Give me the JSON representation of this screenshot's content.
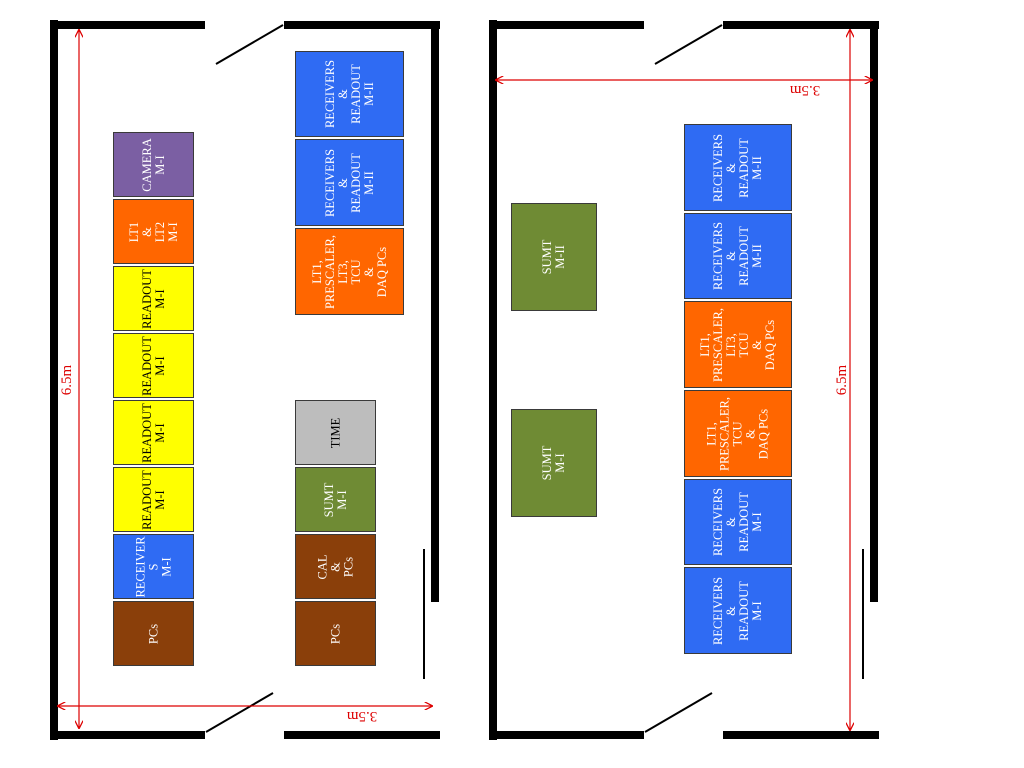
{
  "rooms": [
    {
      "dimensions": {
        "width_label": "3.5m",
        "height_label": "6.5m"
      },
      "racks": [
        {
          "label": "CAMERA\nM-I",
          "color": "purple"
        },
        {
          "label": "LT1\n&\nLT2\nM-I",
          "color": "orange"
        },
        {
          "label": "READOUT\nM-I",
          "color": "yellow"
        },
        {
          "label": "READOUT\nM-I",
          "color": "yellow"
        },
        {
          "label": "READOUT\nM-I",
          "color": "yellow"
        },
        {
          "label": "READOUT\nM-I",
          "color": "yellow"
        },
        {
          "label": "RECEIVER\nS\nM-I",
          "color": "blue"
        },
        {
          "label": "PCs",
          "color": "brown"
        },
        {
          "label": "RECEIVERS\n&\nREADOUT\nM-II",
          "color": "blue"
        },
        {
          "label": "RECEIVERS\n&\nREADOUT\nM-II",
          "color": "blue"
        },
        {
          "label": "LT1,\nPRESCALER,\nLT3,\nTCU\n&\nDAQ PCs",
          "color": "orange"
        },
        {
          "label": "TIME",
          "color": "gray"
        },
        {
          "label": "SUMT\nM-I",
          "color": "green"
        },
        {
          "label": "CAL\n&\nPCs",
          "color": "brown"
        },
        {
          "label": "PCs",
          "color": "brown"
        }
      ]
    },
    {
      "dimensions": {
        "width_label": "3.5m",
        "height_label": "6.5m"
      },
      "racks": [
        {
          "label": "SUMT\nM-II",
          "color": "green"
        },
        {
          "label": "SUMT\nM-I",
          "color": "green"
        },
        {
          "label": "RECEIVERS\n&\nREADOUT\nM-II",
          "color": "blue"
        },
        {
          "label": "RECEIVERS\n&\nREADOUT\nM-II",
          "color": "blue"
        },
        {
          "label": "LT1,\nPRESCALER,\nLT3,\nTCU\n&\nDAQ PCs",
          "color": "orange"
        },
        {
          "label": "LT1,\nPRESCALER,\nTCU\n&\nDAQ PCs",
          "color": "orange"
        },
        {
          "label": "RECEIVERS\n&\nREADOUT\nM-I",
          "color": "blue"
        },
        {
          "label": "RECEIVERS\n&\nREADOUT\nM-I",
          "color": "blue"
        }
      ]
    }
  ],
  "palette": {
    "purple": "#7b5fa3",
    "orange": "#ff6600",
    "yellow": "#ffff00",
    "blue": "#2f6bf3",
    "brown": "#8a3f0a",
    "gray": "#bdbdbd",
    "green": "#6f8b34",
    "wall": "#000000",
    "dimension": "#dd0000"
  }
}
